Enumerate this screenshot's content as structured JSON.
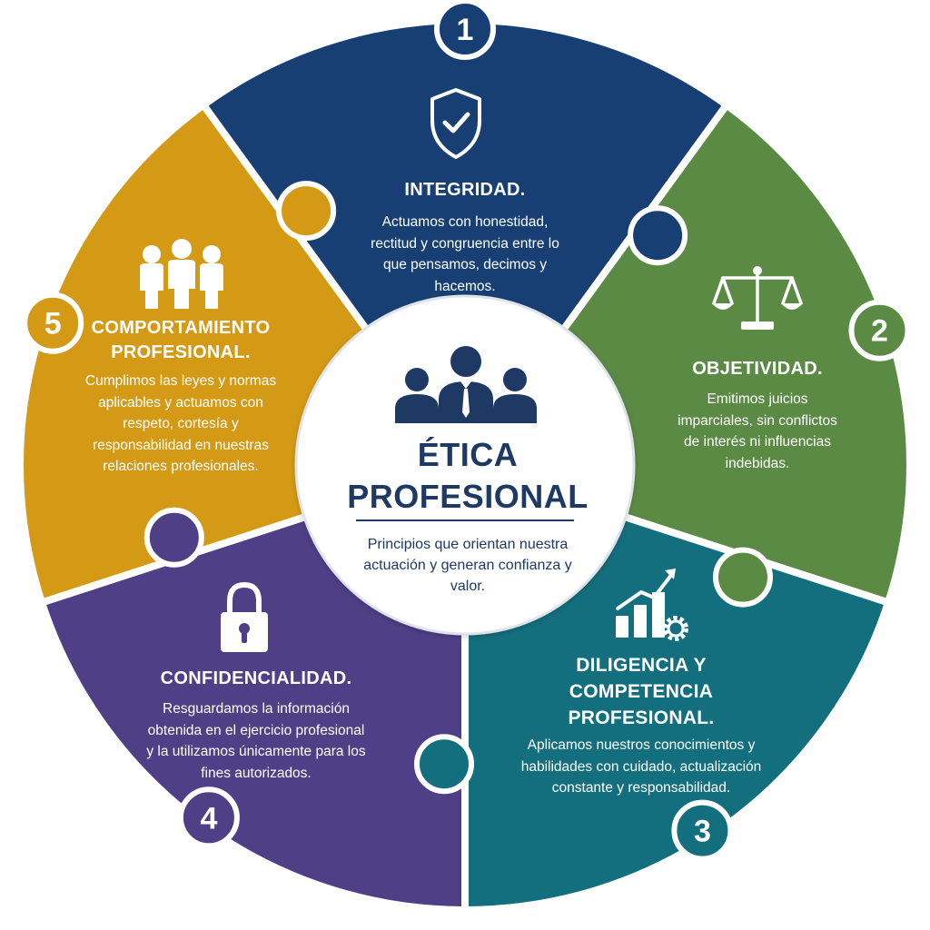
{
  "colors": {
    "integridad": "#173f73",
    "objetividad": "#5b8a45",
    "diligencia": "#136f7d",
    "confidencialidad": "#4f3f86",
    "comportamiento": "#d49a16",
    "center_text": "#1e3a64"
  },
  "center": {
    "icon": "people-group-icon",
    "title": "ÉTICA PROFESIONAL",
    "subtitle": "Principios que orientan nuestra actuación y generan confianza y valor."
  },
  "principles": [
    {
      "number": "1",
      "icon": "shield-check-icon",
      "title": "INTEGRIDAD.",
      "description": "Actuamos con honestidad, rectitud y congruencia entre lo que pensamos, decimos y hacemos."
    },
    {
      "number": "2",
      "icon": "scales-icon",
      "title": "OBJETIVIDAD.",
      "description": "Emitimos juicios imparciales, sin conflictos de interés ni influencias indebidas."
    },
    {
      "number": "3",
      "icon": "growth-chart-gear-icon",
      "title": "DILIGENCIA Y COMPETENCIA PROFESIONAL.",
      "description": "Aplicamos nuestros conocimientos y habilidades con cuidado, actualización constante y responsabilidad."
    },
    {
      "number": "4",
      "icon": "padlock-icon",
      "title": "CONFIDENCIALIDAD.",
      "description": "Resguardamos la información obtenida en el ejercicio profesional y la utilizamos únicamente para los fines autorizados."
    },
    {
      "number": "5",
      "icon": "team-icon",
      "title": "COMPORTAMIENTO PROFESIONAL.",
      "description": "Cumplimos las leyes y normas aplicables y actuamos con respeto, cortesía y responsabilidad en nuestras relaciones profesionales."
    }
  ]
}
